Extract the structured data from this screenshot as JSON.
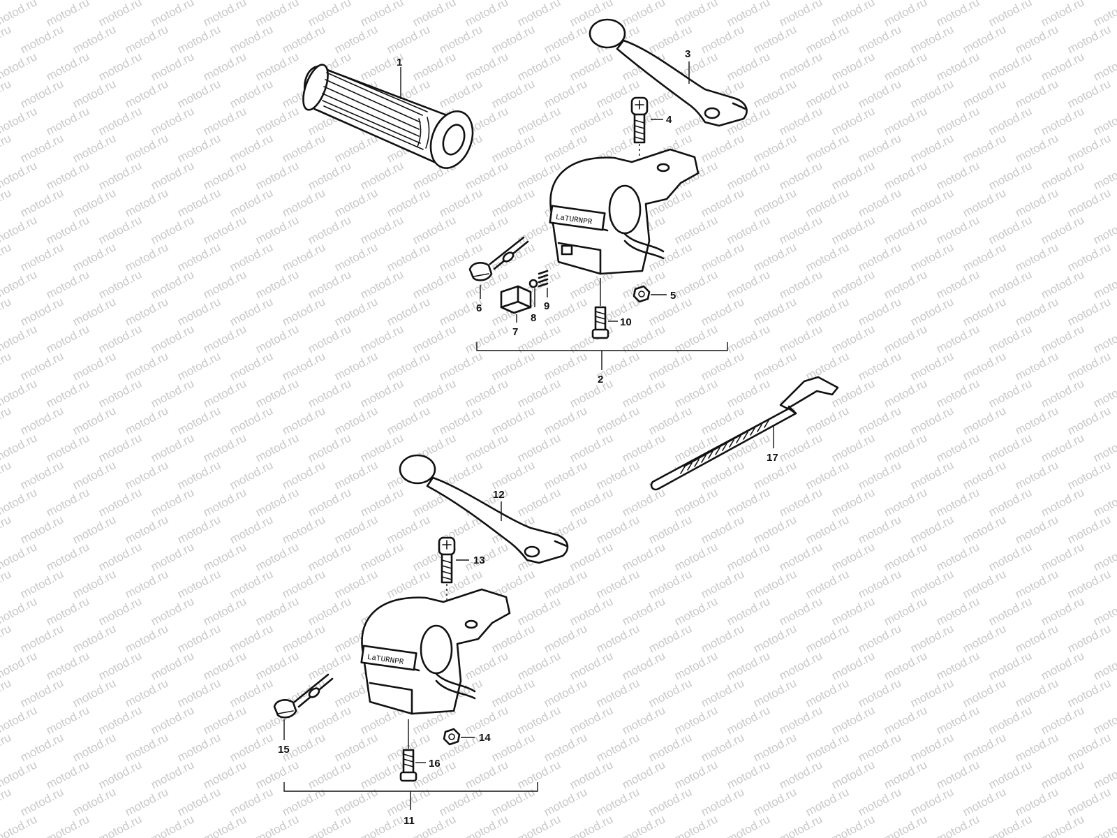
{
  "watermark": "motod.ru",
  "ink_color": "#111111",
  "watermark_color": "#c8c8c8",
  "callouts": {
    "c1": "1",
    "c2": "2",
    "c3": "3",
    "c4": "4",
    "c5": "5",
    "c6": "6",
    "c7": "7",
    "c8": "8",
    "c9": "9",
    "c10": "10",
    "c11": "11",
    "c12": "12",
    "c13": "13",
    "c14": "14",
    "c15": "15",
    "c16": "16",
    "c17": "17"
  },
  "housing_labels": {
    "upper": "LaTURNPR",
    "lower": "LaTURNPR"
  }
}
